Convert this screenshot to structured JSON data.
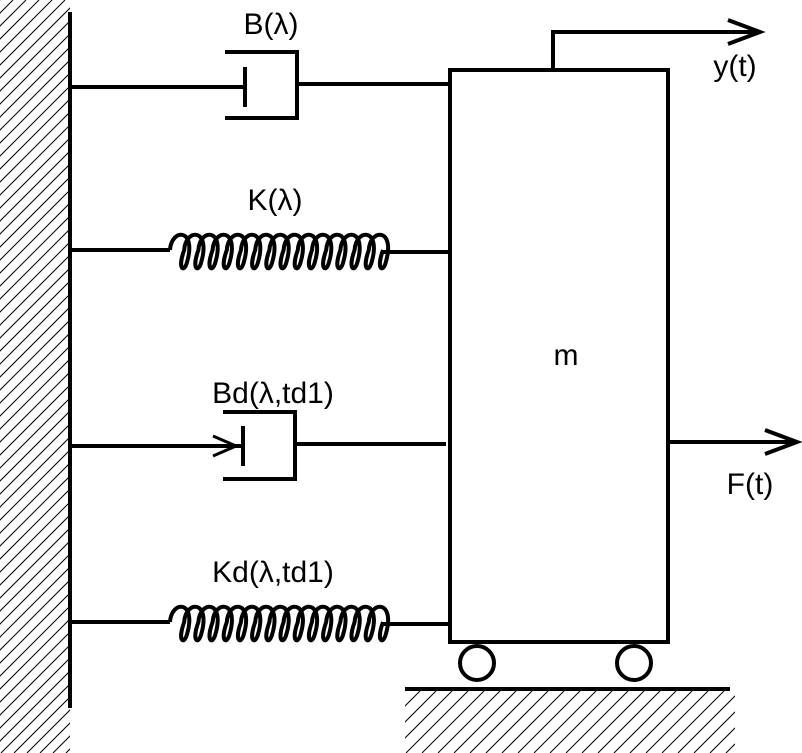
{
  "labels": {
    "damper": "B(λ)",
    "spring": "K(λ)",
    "delayed_damper": "Bd(λ,td1)",
    "delayed_spring": "Kd(λ,td1)",
    "mass": "m",
    "displacement": "y(t)",
    "force": "F(t)"
  },
  "colors": {
    "line": "#000000",
    "background": "#ffffff"
  }
}
